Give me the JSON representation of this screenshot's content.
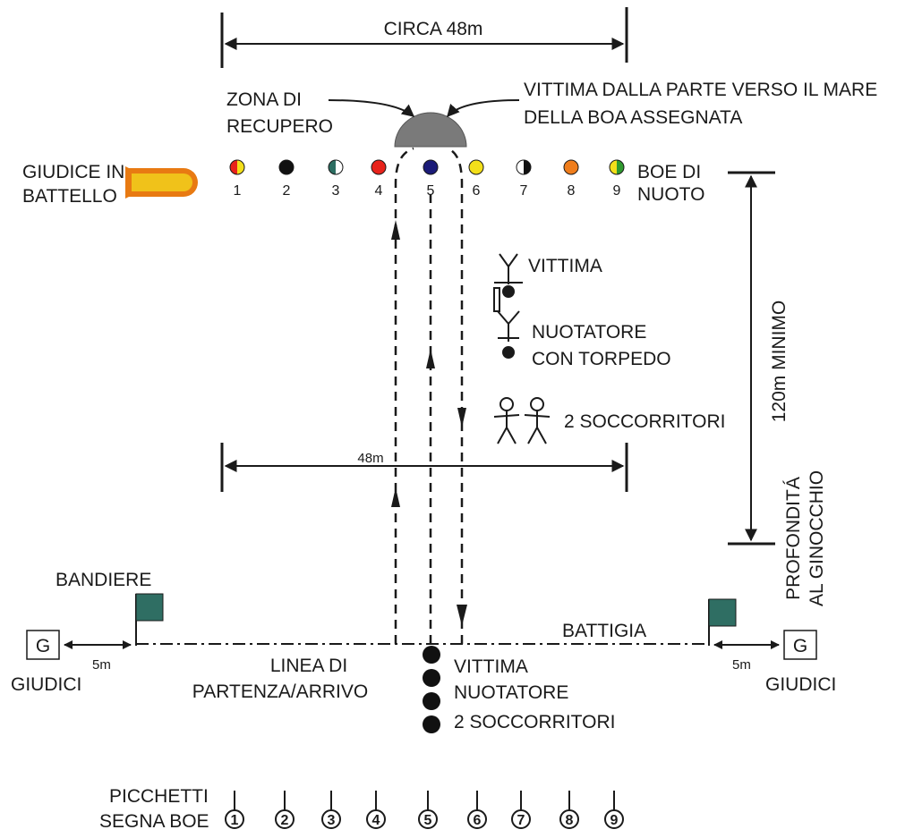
{
  "labels": {
    "top_width": "CIRCA 48m",
    "recovery_zone": [
      "ZONA DI",
      "RECUPERO"
    ],
    "victim_side": [
      "VITTIMA DALLA PARTE VERSO IL MARE",
      "DELLA BOA ASSEGNATA"
    ],
    "judge_boat": [
      "GIUDICE IN",
      "BATTELLO"
    ],
    "buoys_label": [
      "BOE DI",
      "NUOTO"
    ],
    "depth_min": "120m MINIMO",
    "knee_depth": [
      "PROFONDITÁ",
      "AL GINOCCHIO"
    ],
    "mid_width": "48m",
    "flags": "BANDIERE",
    "shoreline": "BATTIGIA",
    "start_finish": [
      "LINEA DI",
      "PARTENZA/ARRIVO"
    ],
    "judges_left": "GIUDICI",
    "judges_right": "GIUDICI",
    "judge_box": "G",
    "offset_left": "5m",
    "offset_right": "5m",
    "stakes_label": [
      "PICCHETTI",
      "SEGNA BOE"
    ]
  },
  "legend": {
    "victim": "VITTIMA",
    "swimmer": [
      "NUOTATORE",
      "CON TORPEDO"
    ],
    "rescuers": "2 SOCCORRITORI"
  },
  "start_order": [
    "VITTIMA",
    "NUOTATORE",
    "2 SOCCORRITORI"
  ],
  "buoys": [
    {
      "n": "1",
      "left": "#e8231b",
      "right": "#f3df1a"
    },
    {
      "n": "2",
      "left": "#111111",
      "right": "#111111"
    },
    {
      "n": "3",
      "left": "#2c6e62",
      "right": "#ffffff"
    },
    {
      "n": "4",
      "left": "#e8231b",
      "right": "#e8231b"
    },
    {
      "n": "5",
      "left": "#1b1b78",
      "right": "#1b1b78"
    },
    {
      "n": "6",
      "left": "#f3df1a",
      "right": "#f3df1a"
    },
    {
      "n": "7",
      "left": "#ffffff",
      "right": "#111111"
    },
    {
      "n": "8",
      "left": "#ef7d1c",
      "right": "#ef7d1c"
    },
    {
      "n": "9",
      "left": "#f3df1a",
      "right": "#2f9a2f"
    }
  ],
  "stakes": [
    "1",
    "2",
    "3",
    "4",
    "5",
    "6",
    "7",
    "8",
    "9"
  ],
  "colors": {
    "flag": "#2f6e63",
    "boat_body": "#f0c21a",
    "boat_rim": "#e87a12",
    "recovery_zone": "#7a7a7a"
  }
}
